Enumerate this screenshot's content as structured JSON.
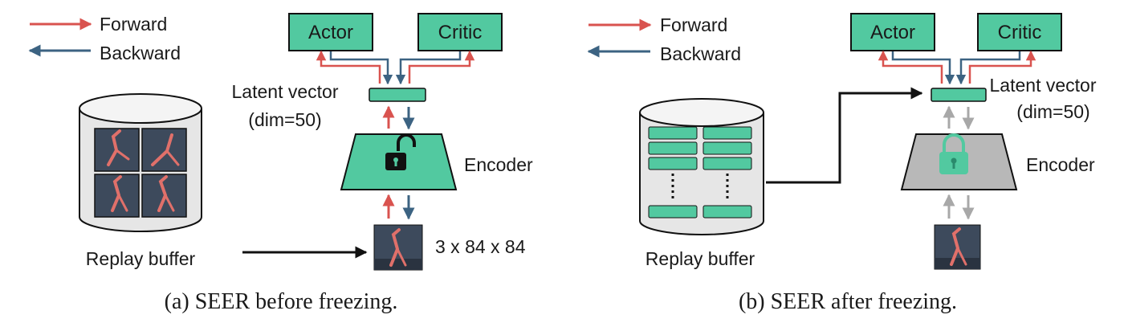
{
  "colors": {
    "forward": "#d9534f",
    "backward": "#3c6382",
    "teal": "#52c9a0",
    "teal_dark": "#2a8a6c",
    "frozen_gray": "#b8b8b8",
    "frozen_arrow": "#a8a8a8",
    "buffer_fill": "#e6e6e6",
    "frame_bg": "#3d4a5c"
  },
  "legend": {
    "forward": "Forward",
    "backward": "Backward"
  },
  "panel_a": {
    "actor": "Actor",
    "critic": "Critic",
    "latent_line1": "Latent vector",
    "latent_line2": "(dim=50)",
    "encoder": "Encoder",
    "encoder_state": "unlocked",
    "replay": "Replay buffer",
    "obs_dims": "3 x 84 x 84",
    "caption": "(a) SEER before freezing."
  },
  "panel_b": {
    "actor": "Actor",
    "critic": "Critic",
    "latent_line1": "Latent vector",
    "latent_line2": "(dim=50)",
    "encoder": "Encoder",
    "encoder_state": "locked",
    "replay": "Replay buffer",
    "caption": "(b) SEER after freezing."
  }
}
